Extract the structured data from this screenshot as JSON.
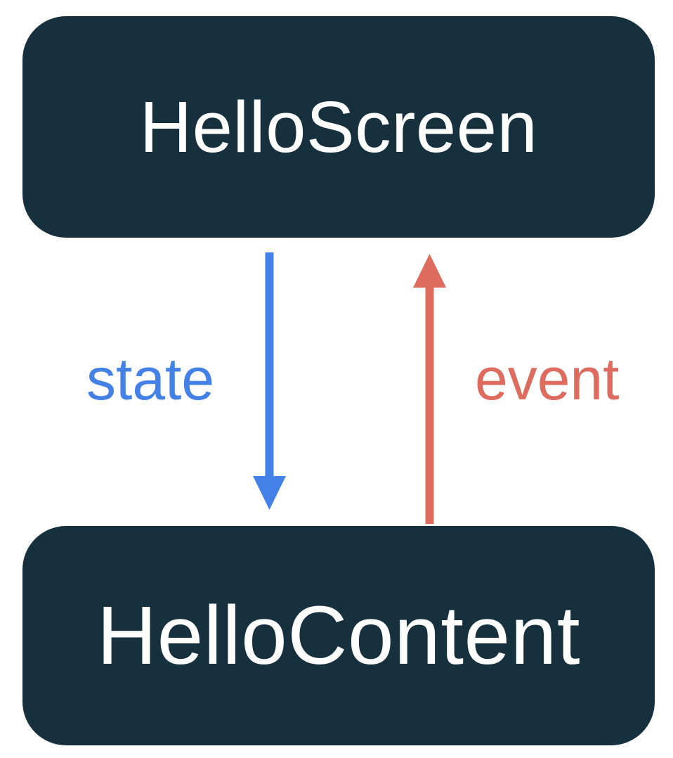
{
  "diagram": {
    "background_color": "#FFFFFF",
    "box_fill_color": "#16303E",
    "box_text_color": "#FFFFFF",
    "boxes": [
      {
        "id": "hello-screen",
        "label": "HelloScreen"
      },
      {
        "id": "hello-content",
        "label": "HelloContent"
      }
    ],
    "arrows": [
      {
        "id": "state-arrow",
        "label": "state",
        "direction": "down",
        "from": "HelloScreen",
        "to": "HelloContent",
        "color": "#4481E6"
      },
      {
        "id": "event-arrow",
        "label": "event",
        "direction": "up",
        "from": "HelloContent",
        "to": "HelloScreen",
        "color": "#DD6C5F"
      }
    ]
  }
}
